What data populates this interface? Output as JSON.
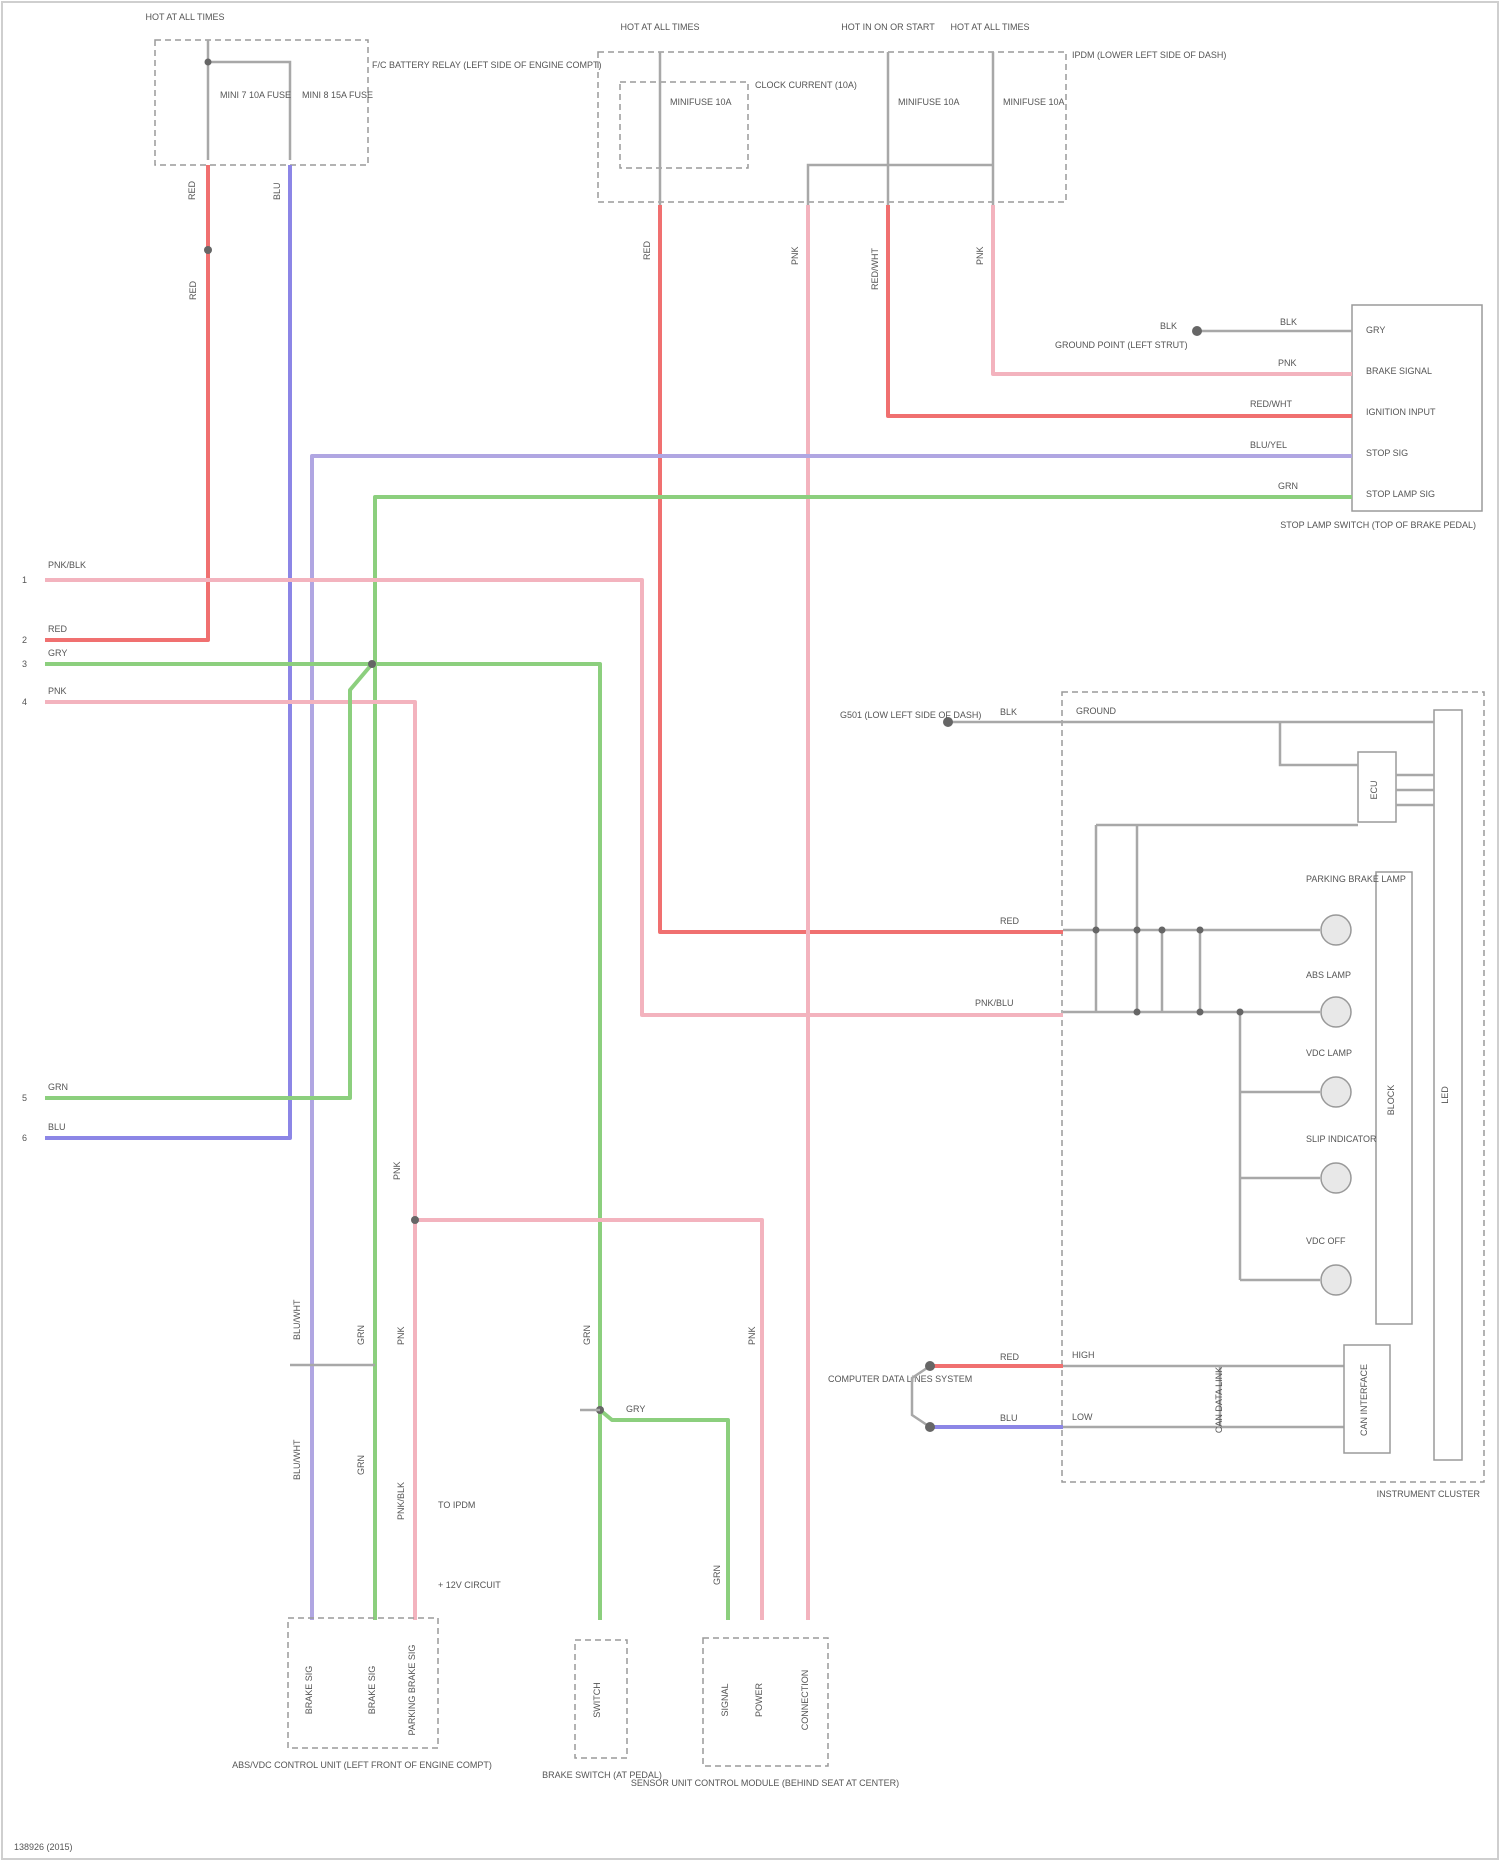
{
  "footer": {
    "code": "138926 (2015)"
  },
  "fuses_left": {
    "header": "HOT AT ALL TIMES",
    "location": "F/C BATTERY RELAY (LEFT SIDE OF ENGINE COMPT)",
    "fuse1": "MINI 7 10A FUSE",
    "fuse2": "MINI 8 15A FUSE"
  },
  "fuses_right": {
    "header1": "HOT AT ALL TIMES",
    "header2": "HOT IN ON OR START",
    "header3": "HOT AT ALL TIMES",
    "location": "IPDM (LOWER LEFT SIDE OF DASH)",
    "relay_note": "CLOCK CURRENT (10A)",
    "fuse1": "MINIFUSE 10A",
    "fuse2": "MINIFUSE 10A",
    "fuse3": "MINIFUSE 10A"
  },
  "stop_switch": {
    "title": "STOP LAMP SWITCH (TOP OF BRAKE PEDAL)",
    "pins": [
      "GRY",
      "BRAKE SIGNAL",
      "IGNITION INPUT",
      "STOP SIG",
      "STOP LAMP SIG"
    ],
    "wires": [
      "BLK",
      "PNK",
      "RED/WHT",
      "BLU/YEL",
      "GRN"
    ],
    "ground": "GROUND POINT (LEFT STRUT)"
  },
  "left_edge": {
    "labels": [
      "1",
      "2",
      "3",
      "4",
      "5",
      "6"
    ],
    "wires": [
      "PNK/BLK",
      "RED",
      "GRY",
      "PNK",
      "GRN",
      "BLU"
    ]
  },
  "cluster": {
    "title": "INSTRUMENT CLUSTER",
    "ground": "G501 (LOW LEFT SIDE OF DASH)",
    "ground_wire": "BLK",
    "ground_label": "GROUND",
    "ecu": "ECU",
    "lamps": [
      "PARKING BRAKE LAMP",
      "ABS LAMP",
      "VDC LAMP",
      "SLIP INDICATOR",
      "VDC OFF"
    ],
    "wires": [
      "RED",
      "PNK/BLU"
    ],
    "can_wires": [
      "RED",
      "BLU"
    ],
    "can_labels": [
      "HIGH",
      "LOW"
    ],
    "can_title": "CAN DATA LINK",
    "can_source": "COMPUTER DATA LINES SYSTEM",
    "right_labels": [
      "BLOCK",
      "LED"
    ],
    "can_module": "CAN INTERFACE"
  },
  "bottom_wires": {
    "pink_vertical": "PNK",
    "lblue": [
      "BLU/WHT",
      "BLU/WHT"
    ],
    "green": [
      "GRN",
      "GRN"
    ],
    "pink": [
      "PNK",
      "PNK/BLK"
    ],
    "notes": [
      "TO IPDM",
      "+ 12V CIRCUIT"
    ],
    "gry_jumper": "GRY"
  },
  "modules": {
    "abs": {
      "name": "ABS/VDC CONTROL UNIT (LEFT FRONT OF ENGINE COMPT)",
      "pins": [
        "BRAKE SIG",
        "BRAKE SIG",
        "PARKING BRAKE SIG"
      ]
    },
    "brake": {
      "name": "BRAKE SWITCH (AT PEDAL)",
      "pins": [
        "SWITCH"
      ]
    },
    "sensor": {
      "name": "SENSOR UNIT CONTROL MODULE (BEHIND SEAT AT CENTER)",
      "pins": [
        "SIGNAL",
        "POWER",
        "CONNECTION"
      ]
    }
  },
  "colors": {
    "red": "#f07070",
    "pink": "#f3b3be",
    "blue": "#8c86e6",
    "light_blue": "#b0a6e2",
    "green": "#8ccf7e",
    "gray_wire": "#a8a8a8"
  }
}
